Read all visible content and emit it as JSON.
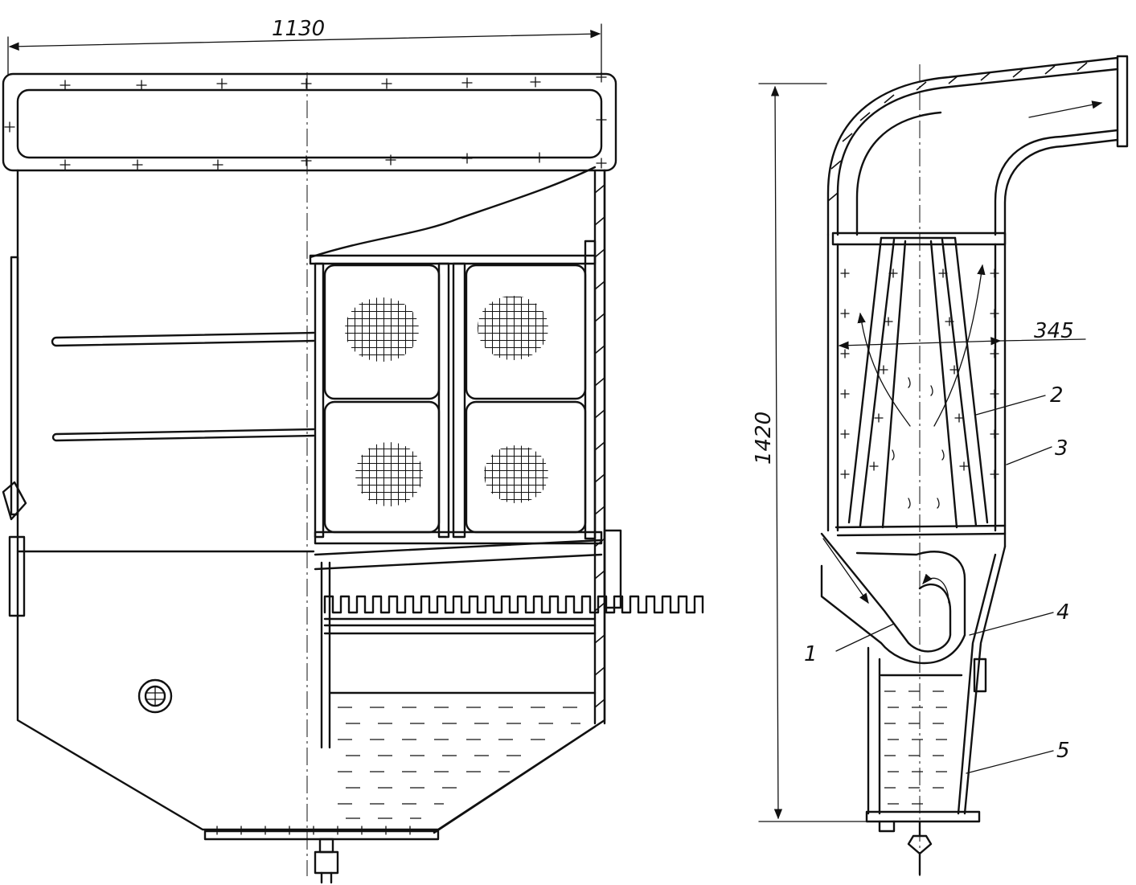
{
  "dimensions": {
    "width": "1130",
    "height": "1420",
    "depth": "345"
  },
  "part_labels": [
    "1",
    "2",
    "3",
    "4",
    "5"
  ]
}
